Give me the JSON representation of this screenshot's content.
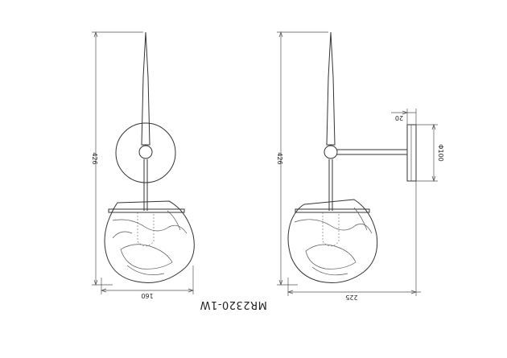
{
  "drawing": {
    "title": "MR2320-1W",
    "front_view": {
      "height_label": "426",
      "width_label": "160"
    },
    "side_view": {
      "height_label": "426",
      "depth_label": "225",
      "plate_thickness_label": "20",
      "plate_diameter_label": "Φ100"
    }
  }
}
